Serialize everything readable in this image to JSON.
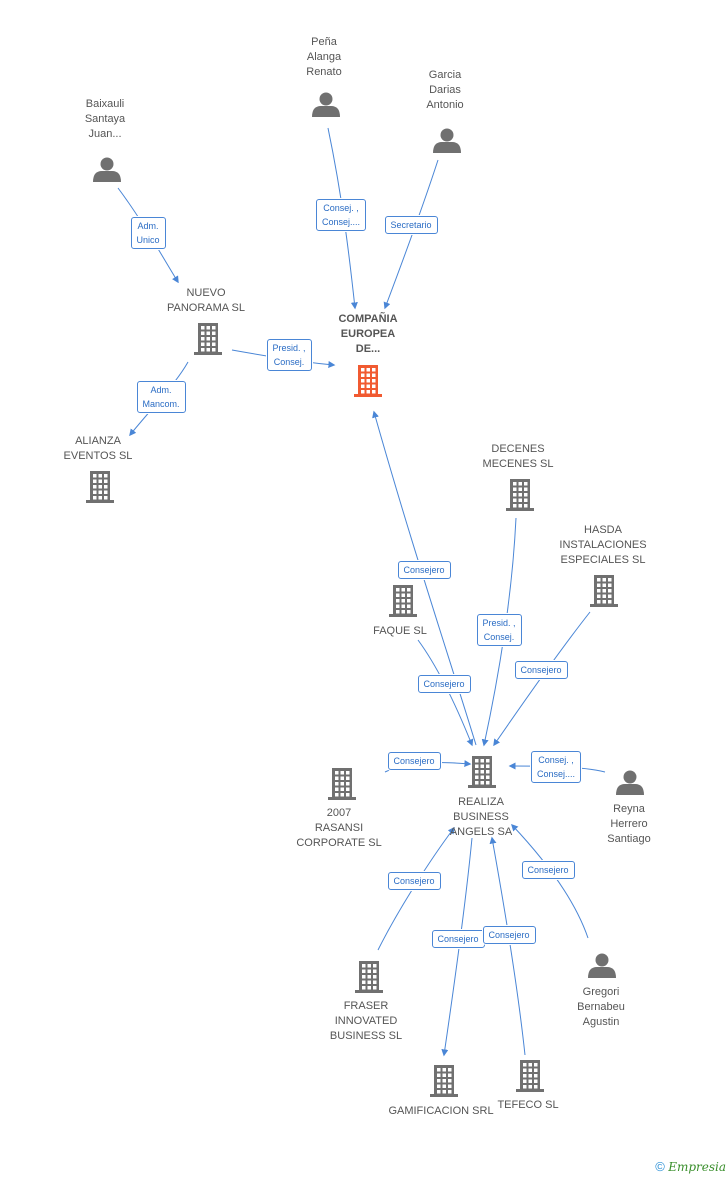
{
  "colors": {
    "edge": "#4a86d6",
    "company": "#707070",
    "person": "#707070",
    "focus": "#f15a31"
  },
  "nodes": [
    {
      "id": "cia",
      "kind": "company",
      "focus": true,
      "label": "COMPAÑIA\nEUROPEA\nDE..."
    },
    {
      "id": "nuevo",
      "kind": "company",
      "label": "NUEVO\nPANORAMA SL"
    },
    {
      "id": "alianza",
      "kind": "company",
      "label": "ALIANZA\nEVENTOS SL"
    },
    {
      "id": "baixauli",
      "kind": "person",
      "label": "Baixauli\nSantaya\nJuan..."
    },
    {
      "id": "pena",
      "kind": "person",
      "label": "Peña\nAlanga\nRenato"
    },
    {
      "id": "garcia",
      "kind": "person",
      "label": "Garcia\nDarias\nAntonio"
    },
    {
      "id": "decenes",
      "kind": "company",
      "label": "DECENES\nMECENES  SL"
    },
    {
      "id": "hasda",
      "kind": "company",
      "label": "HASDA\nINSTALACIONES\nESPECIALES SL"
    },
    {
      "id": "faque",
      "kind": "company",
      "label": "FAQUE SL"
    },
    {
      "id": "realiza",
      "kind": "company",
      "label": "REALIZA\nBUSINESS\nANGELS SA"
    },
    {
      "id": "rasansi",
      "kind": "company",
      "label": "2007\nRASANSI\nCORPORATE SL"
    },
    {
      "id": "reyna",
      "kind": "person",
      "label": "Reyna\nHerrero\nSantiago"
    },
    {
      "id": "fraser",
      "kind": "company",
      "label": "FRASER\nINNOVATED\nBUSINESS SL"
    },
    {
      "id": "gregori",
      "kind": "person",
      "label": "Gregori\nBernabeu\nAgustin"
    },
    {
      "id": "gamificacion",
      "kind": "company",
      "label": "GAMIFICACION SRL"
    },
    {
      "id": "tefeco",
      "kind": "company",
      "label": "TEFECO SL"
    }
  ],
  "edges": [
    {
      "from": "baixauli",
      "to": "nuevo",
      "label": "Adm.\nUnico"
    },
    {
      "from": "pena",
      "to": "cia",
      "label": "Consej. ,\nConsej...."
    },
    {
      "from": "garcia",
      "to": "cia",
      "label": "Secretario"
    },
    {
      "from": "nuevo",
      "to": "cia",
      "label": "Presid. ,\nConsej."
    },
    {
      "from": "nuevo",
      "to": "alianza",
      "label": "Adm.\nMancom."
    },
    {
      "from": "realiza",
      "to": "cia",
      "label": "Consejero"
    },
    {
      "from": "decenes",
      "to": "realiza",
      "label": "Presid. ,\nConsej."
    },
    {
      "from": "hasda",
      "to": "realiza",
      "label": "Consejero"
    },
    {
      "from": "faque",
      "to": "realiza",
      "label": "Consejero"
    },
    {
      "from": "rasansi",
      "to": "realiza",
      "label": "Consejero"
    },
    {
      "from": "reyna",
      "to": "realiza",
      "label": "Consej. ,\nConsej...."
    },
    {
      "from": "fraser",
      "to": "realiza",
      "label": "Consejero"
    },
    {
      "from": "gregori",
      "to": "realiza",
      "label": "Consejero"
    },
    {
      "from": "realiza",
      "to": "gamificacion",
      "label": "Consejero"
    },
    {
      "from": "tefeco",
      "to": "realiza",
      "label": "Consejero"
    }
  ],
  "footer": {
    "copyright": "©",
    "brand": "Empresia"
  }
}
